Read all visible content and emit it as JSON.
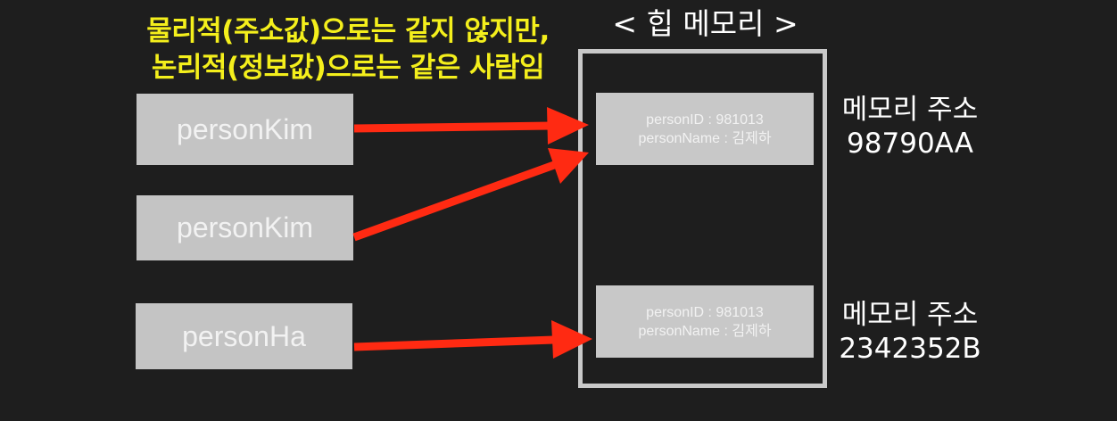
{
  "caption": {
    "line1": "물리적(주소값)으로는 같지 않지만,",
    "line2": "논리적(정보값)으로는 같은 사람임"
  },
  "heap": {
    "title": "< 힙 메모리 >"
  },
  "references": [
    {
      "label": "personKim"
    },
    {
      "label": "personKim"
    },
    {
      "label": "personHa"
    }
  ],
  "objects": [
    {
      "id_line": "personID : 981013",
      "name_line": "personName : 김제하"
    },
    {
      "id_line": "personID : 981013",
      "name_line": "personName : 김제하"
    }
  ],
  "addresses": [
    {
      "label": "메모리 주소",
      "value": "98790AA"
    },
    {
      "label": "메모리 주소",
      "value": "2342352B"
    }
  ],
  "colors": {
    "background": "#1e1e1e",
    "caption": "#f4ef1c",
    "arrow": "#ff2a12",
    "box": "#c4c4c4",
    "heap_frame": "#c9c9c9"
  }
}
